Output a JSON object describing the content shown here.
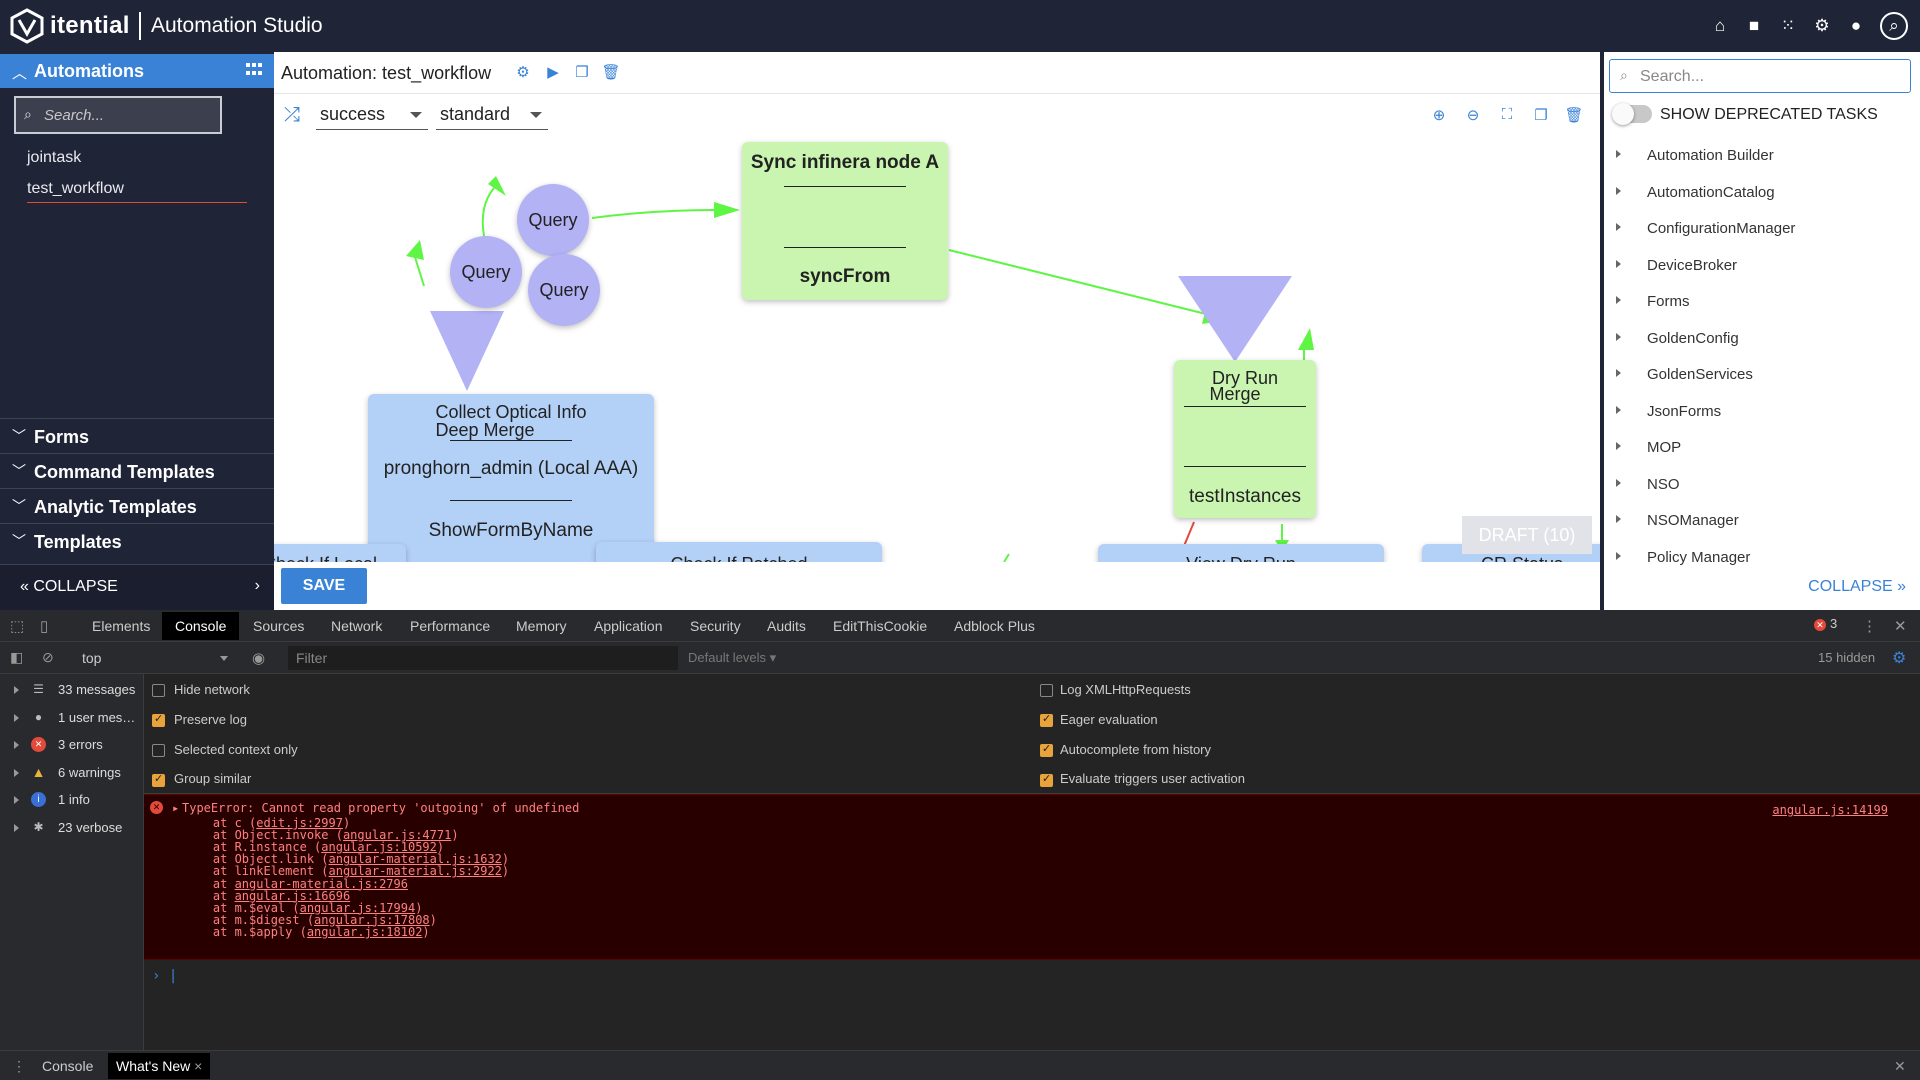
{
  "header": {
    "brand": "itential",
    "app_title": "Automation Studio",
    "icons": [
      "home-icon",
      "briefcase-icon",
      "apps-grid-icon",
      "gear-icon",
      "user-icon",
      "search-icon"
    ]
  },
  "sidebar": {
    "panel_title": "Automations",
    "search_placeholder": "Search...",
    "items": [
      {
        "label": "jointask"
      },
      {
        "label": "test_workflow"
      }
    ],
    "sections": [
      {
        "label": "Forms"
      },
      {
        "label": "Command Templates"
      },
      {
        "label": "Analytic Templates"
      },
      {
        "label": "Templates"
      }
    ],
    "collapse_label": "COLLAPSE"
  },
  "canvas_header": {
    "title": "Automation: test_workflow",
    "transition_select": "success",
    "type_select": "standard"
  },
  "workflow": {
    "queries": [
      "Query",
      "Query",
      "Query"
    ],
    "sync_node": {
      "title": "Sync infinera node A",
      "method": "syncFrom"
    },
    "collect_node": {
      "title": "Collect Optical Info",
      "subtitle": "Deep Merge",
      "user": "pronghorn_admin (Local AAA)",
      "method": "ShowFormByName"
    },
    "dryrun_node": {
      "title": "Dry Run",
      "subtitle": "Merge",
      "method": "testInstances"
    },
    "partial_nodes": [
      "Check If Local",
      "Check If Patched",
      "View Dry Run",
      "CR Status"
    ],
    "draft_badge": "DRAFT (10)",
    "accent_green": "#c9f5b0",
    "accent_blue": "#b3d0f7",
    "accent_purple": "#b3b2f5",
    "edge_green": "#5ef544"
  },
  "save_label": "SAVE",
  "rightpanel": {
    "search_placeholder": "Search...",
    "toggle_label": "SHOW DEPRECATED TASKS",
    "toggle_on": false,
    "apps": [
      "Automation Builder",
      "AutomationCatalog",
      "ConfigurationManager",
      "DeviceBroker",
      "Forms",
      "GoldenConfig",
      "GoldenServices",
      "JsonForms",
      "MOP",
      "NSO",
      "NSOManager",
      "Policy Manager"
    ],
    "collapse_label": "COLLAPSE"
  },
  "devtools": {
    "tabs": [
      "Elements",
      "Console",
      "Sources",
      "Network",
      "Performance",
      "Memory",
      "Application",
      "Security",
      "Audits",
      "EditThisCookie",
      "Adblock Plus"
    ],
    "active_tab": "Console",
    "error_count": "3",
    "context": "top",
    "filter_placeholder": "Filter",
    "levels": "Default levels",
    "hidden": "15 hidden",
    "sidebar": [
      {
        "icon": "list-icon",
        "label": "33 messages"
      },
      {
        "icon": "user-icon",
        "label": "1 user mes…"
      },
      {
        "icon": "error-icon",
        "label": "3 errors"
      },
      {
        "icon": "warning-icon",
        "label": "6 warnings"
      },
      {
        "icon": "info-icon",
        "label": "1 info"
      },
      {
        "icon": "bug-icon",
        "label": "23 verbose"
      }
    ],
    "settings_left": [
      {
        "label": "Hide network",
        "checked": false
      },
      {
        "label": "Preserve log",
        "checked": true
      },
      {
        "label": "Selected context only",
        "checked": false
      },
      {
        "label": "Group similar",
        "checked": true
      }
    ],
    "settings_right": [
      {
        "label": "Log XMLHttpRequests",
        "checked": false
      },
      {
        "label": "Eager evaluation",
        "checked": true
      },
      {
        "label": "Autocomplete from history",
        "checked": true
      },
      {
        "label": "Evaluate triggers user activation",
        "checked": true
      }
    ],
    "error": {
      "message": "TypeError: Cannot read property 'outgoing' of undefined",
      "source": "angular.js:14199",
      "stack": [
        {
          "prefix": "    at c (",
          "link": "edit.js:2997",
          "suffix": ")"
        },
        {
          "prefix": "    at Object.invoke (",
          "link": "angular.js:4771",
          "suffix": ")"
        },
        {
          "prefix": "    at R.instance (",
          "link": "angular.js:10592",
          "suffix": ")"
        },
        {
          "prefix": "    at Object.link (",
          "link": "angular-material.js:1632",
          "suffix": ")"
        },
        {
          "prefix": "    at linkElement (",
          "link": "angular-material.js:2922",
          "suffix": ")"
        },
        {
          "prefix": "    at ",
          "link": "angular-material.js:2796",
          "suffix": ""
        },
        {
          "prefix": "    at ",
          "link": "angular.js:16696",
          "suffix": ""
        },
        {
          "prefix": "    at m.$eval (",
          "link": "angular.js:17994",
          "suffix": ")"
        },
        {
          "prefix": "    at m.$digest (",
          "link": "angular.js:17808",
          "suffix": ")"
        },
        {
          "prefix": "    at m.$apply (",
          "link": "angular.js:18102",
          "suffix": ")"
        }
      ]
    },
    "drawer_tabs": [
      "Console",
      "What's New"
    ],
    "drawer_active": "What's New"
  }
}
